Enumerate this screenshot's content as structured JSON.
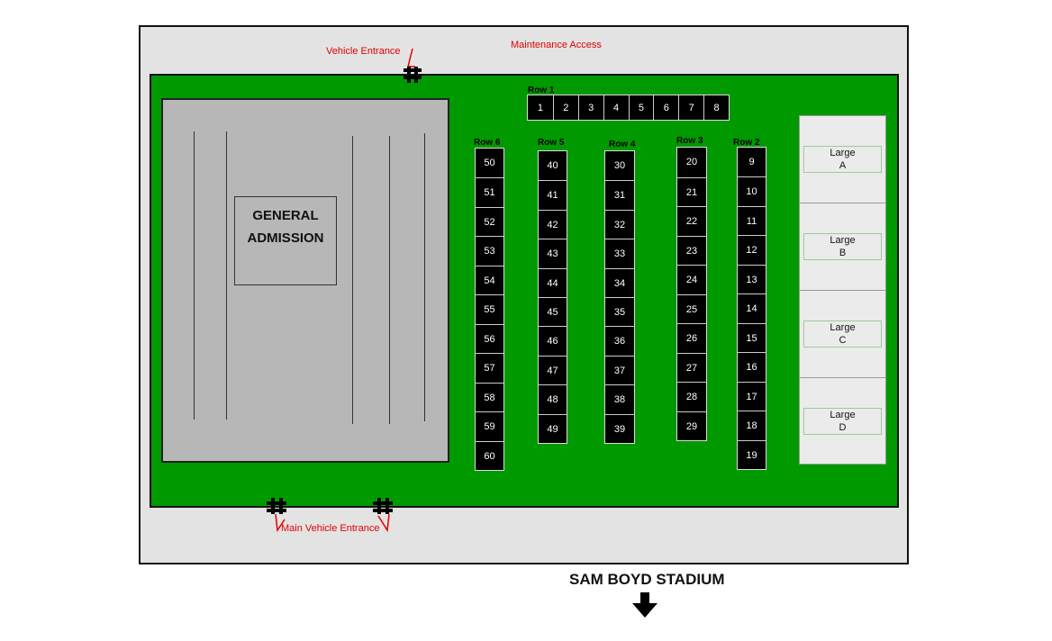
{
  "labels": {
    "maintenance": "Maintenance Access",
    "vehicle_entrance": "Vehicle Entrance",
    "main_vehicle_entrance": "Main Vehicle Entrance",
    "general_admission_line1": "GENERAL",
    "general_admission_line2": "ADMISSION",
    "stadium": "SAM BOYD STADIUM"
  },
  "rows": {
    "row1": {
      "label": "Row 1",
      "spaces": [
        "1",
        "2",
        "3",
        "4",
        "5",
        "6",
        "7",
        "8"
      ]
    },
    "row2": {
      "label": "Row 2",
      "spaces": [
        "9",
        "10",
        "11",
        "12",
        "13",
        "14",
        "15",
        "16",
        "17",
        "18",
        "19"
      ]
    },
    "row3": {
      "label": "Row 3",
      "spaces": [
        "20",
        "21",
        "22",
        "23",
        "24",
        "25",
        "26",
        "27",
        "28",
        "29"
      ]
    },
    "row4": {
      "label": "Row 4",
      "spaces": [
        "30",
        "31",
        "32",
        "33",
        "34",
        "35",
        "36",
        "37",
        "38",
        "39"
      ]
    },
    "row5": {
      "label": "Row 5",
      "spaces": [
        "40",
        "41",
        "42",
        "43",
        "44",
        "45",
        "46",
        "47",
        "48",
        "49"
      ]
    },
    "row6": {
      "label": "Row 6",
      "spaces": [
        "50",
        "51",
        "52",
        "53",
        "54",
        "55",
        "56",
        "57",
        "58",
        "59",
        "60"
      ]
    }
  },
  "large": [
    {
      "line1": "Large",
      "line2": "A"
    },
    {
      "line1": "Large",
      "line2": "B"
    },
    {
      "line1": "Large",
      "line2": "C"
    },
    {
      "line1": "Large",
      "line2": "D"
    }
  ],
  "colors": {
    "lot": "#009900",
    "general_admission": "#b7b7b7",
    "surround": "#e3e3e3",
    "entrance_marker": "#e00000"
  }
}
